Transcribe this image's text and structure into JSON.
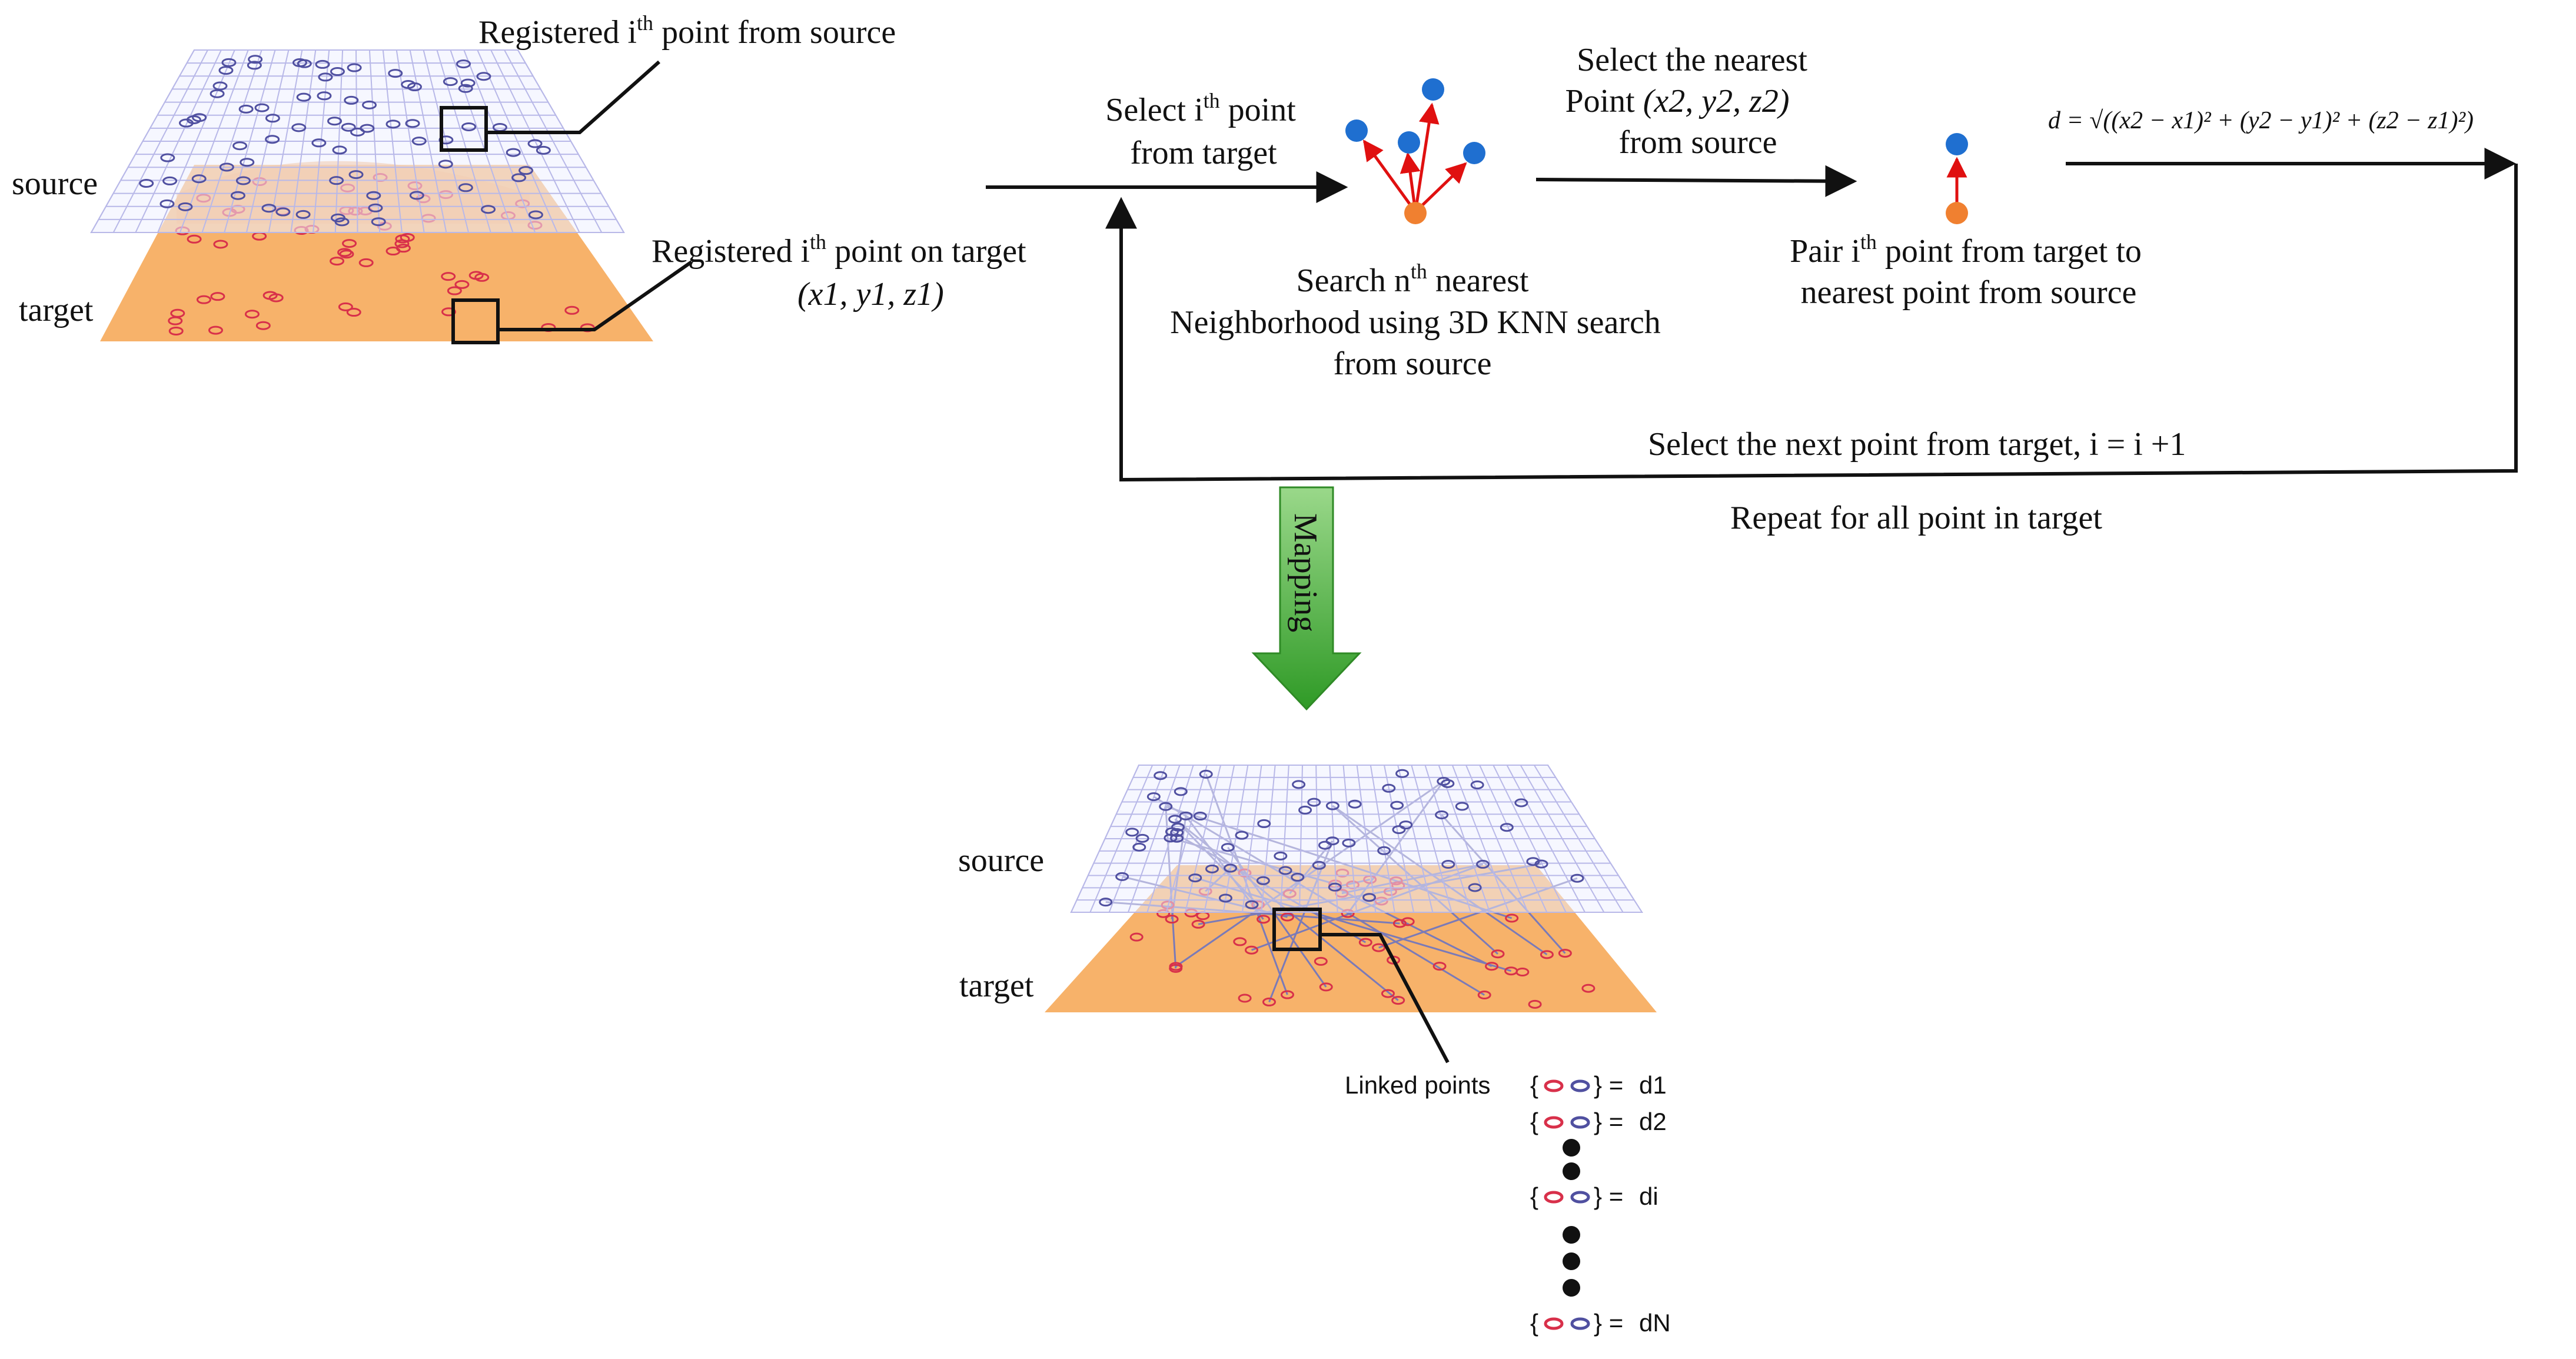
{
  "top_panel": {
    "label_source": "source",
    "label_target": "target",
    "callout_source": {
      "prefix": "Registered i",
      "sup": "th",
      "suffix": " point from source"
    },
    "callout_target": {
      "prefix": "Registered i",
      "sup": "th",
      "suffix": " point on target",
      "coords": "(x1, y1, z1)"
    }
  },
  "flow": {
    "select_point": {
      "line1_prefix": "Select i",
      "line1_sup": "th",
      "line1_suffix": " point",
      "line2": "from target"
    },
    "search": {
      "line1_prefix": "Search n",
      "line1_sup": "th",
      "line1_suffix": " nearest",
      "line2": "Neighborhood using 3D KNN search",
      "line3": "from source"
    },
    "select_nearest": {
      "line1": "Select the nearest",
      "line2_prefix": "Point ",
      "line2_coords": "(x2, y2, z2)",
      "line3": "from source"
    },
    "pair": {
      "line1_prefix": "Pair i",
      "line1_sup": "th",
      "line1_suffix": " point from target to",
      "line2": "nearest point from source"
    },
    "distance_formula": "d = √((x2 − x1)² + (y2 − y1)² + (z2 − z1)²)",
    "loop_label": "Select the next point from target, i = i +1",
    "repeat_label": "Repeat for all point in target"
  },
  "mapping_label": "Mapping",
  "bottom_panel": {
    "label_source": "source",
    "label_target": "target",
    "linked_points_label": "Linked points",
    "distances": [
      "d1",
      "d2",
      "di",
      "dN"
    ]
  },
  "colors": {
    "source_grid": "#b8b8e8",
    "source_point": "#5050a0",
    "target_fill": "#f7b26a",
    "target_point": "#d8304a",
    "knn_blue": "#1f6fd0",
    "knn_orange": "#f08030",
    "knn_arrow": "#e01010",
    "mapping_green": "#3aa82e"
  }
}
